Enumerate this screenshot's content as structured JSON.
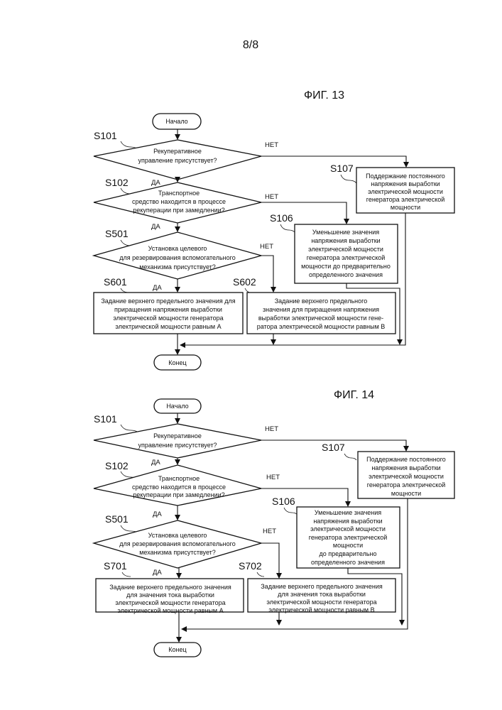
{
  "page_number": "8/8",
  "fig13": {
    "title": "ФИГ. 13",
    "start": "Начало",
    "end": "Конец",
    "yes": "ДА",
    "no": "НЕТ",
    "s101": {
      "label": "S101",
      "lines": [
        "Рекуперативное",
        "управление присутствует?"
      ]
    },
    "s102": {
      "label": "S102",
      "lines": [
        "Транспортное",
        "средство находится в процессе",
        "рекуперации при замедлении?"
      ]
    },
    "s501": {
      "label": "S501",
      "lines": [
        "Установка целевого",
        "для резервирования вспомогательного",
        "механизма присутствует?"
      ]
    },
    "s107": {
      "label": "S107",
      "lines": [
        "Поддержание постоянного",
        "напряжения выработки",
        "электрической мощности",
        "генератора электрической",
        "мощности"
      ]
    },
    "s106": {
      "label": "S106",
      "lines": [
        "Уменьшение значения",
        "напряжения выработки",
        "электрической мощности",
        "генератора электрической",
        "мощности до предварительно",
        "определенного значения"
      ]
    },
    "s601": {
      "label": "S601",
      "lines": [
        "Задание верхнего предельного значения для",
        "приращения напряжения выработки",
        "электрической мощности генератора",
        "электрической мощности равным А"
      ]
    },
    "s602": {
      "label": "S602",
      "lines": [
        "Задание верхнего предельного",
        "значения для приращения напряжения",
        "выработки электрической мощности гене-",
        "ратора электрической мощности равным В"
      ]
    }
  },
  "fig14": {
    "title": "ФИГ. 14",
    "start": "Начало",
    "end": "Конец",
    "yes": "ДА",
    "no": "НЕТ",
    "s101": {
      "label": "S101",
      "lines": [
        "Рекуперативное",
        "управление присутствует?"
      ]
    },
    "s102": {
      "label": "S102",
      "lines": [
        "Транспортное",
        "средство находится в процессе",
        "рекуперации при замедлении?"
      ]
    },
    "s501": {
      "label": "S501",
      "lines": [
        "Установка целевого",
        "для резервирования вспомогательного",
        "механизма присутствует?"
      ]
    },
    "s107": {
      "label": "S107",
      "lines": [
        "Поддержание постоянного",
        "напряжения выработки",
        "электрической мощности",
        "генератора электрической",
        "мощности"
      ]
    },
    "s106": {
      "label": "S106",
      "lines": [
        "Уменьшение значения",
        "напряжения выработки",
        "электрической мощности",
        "генератора электрической",
        "мощности",
        "до предварительно",
        "определенного значения"
      ]
    },
    "s701": {
      "label": "S701",
      "lines": [
        "Задание верхнего предельного значения",
        "для значения тока выработки",
        "электрической мощности генератора",
        "электрической мощности равным А"
      ]
    },
    "s702": {
      "label": "S702",
      "lines": [
        "Задание верхнего предельного значения",
        "для значения тока выработки",
        "электрической мощности генератора",
        "электрической мощности равным В"
      ]
    }
  }
}
